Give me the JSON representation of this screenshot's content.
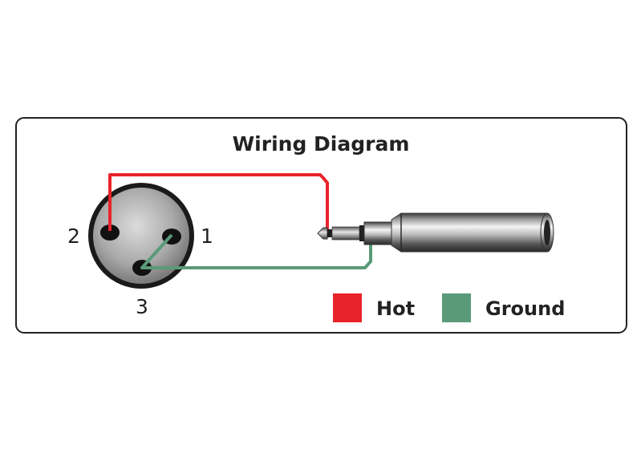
{
  "diagram": {
    "title": "Wiring Diagram",
    "xlr_pins": [
      {
        "number": "2"
      },
      {
        "number": "1"
      },
      {
        "number": "3"
      }
    ],
    "legend": [
      {
        "label": "Hot",
        "color": "#e8232a"
      },
      {
        "label": "Ground",
        "color": "#5a9a78"
      }
    ],
    "wire_colors": {
      "hot": "#e8232a",
      "ground": "#5a9a78"
    }
  }
}
